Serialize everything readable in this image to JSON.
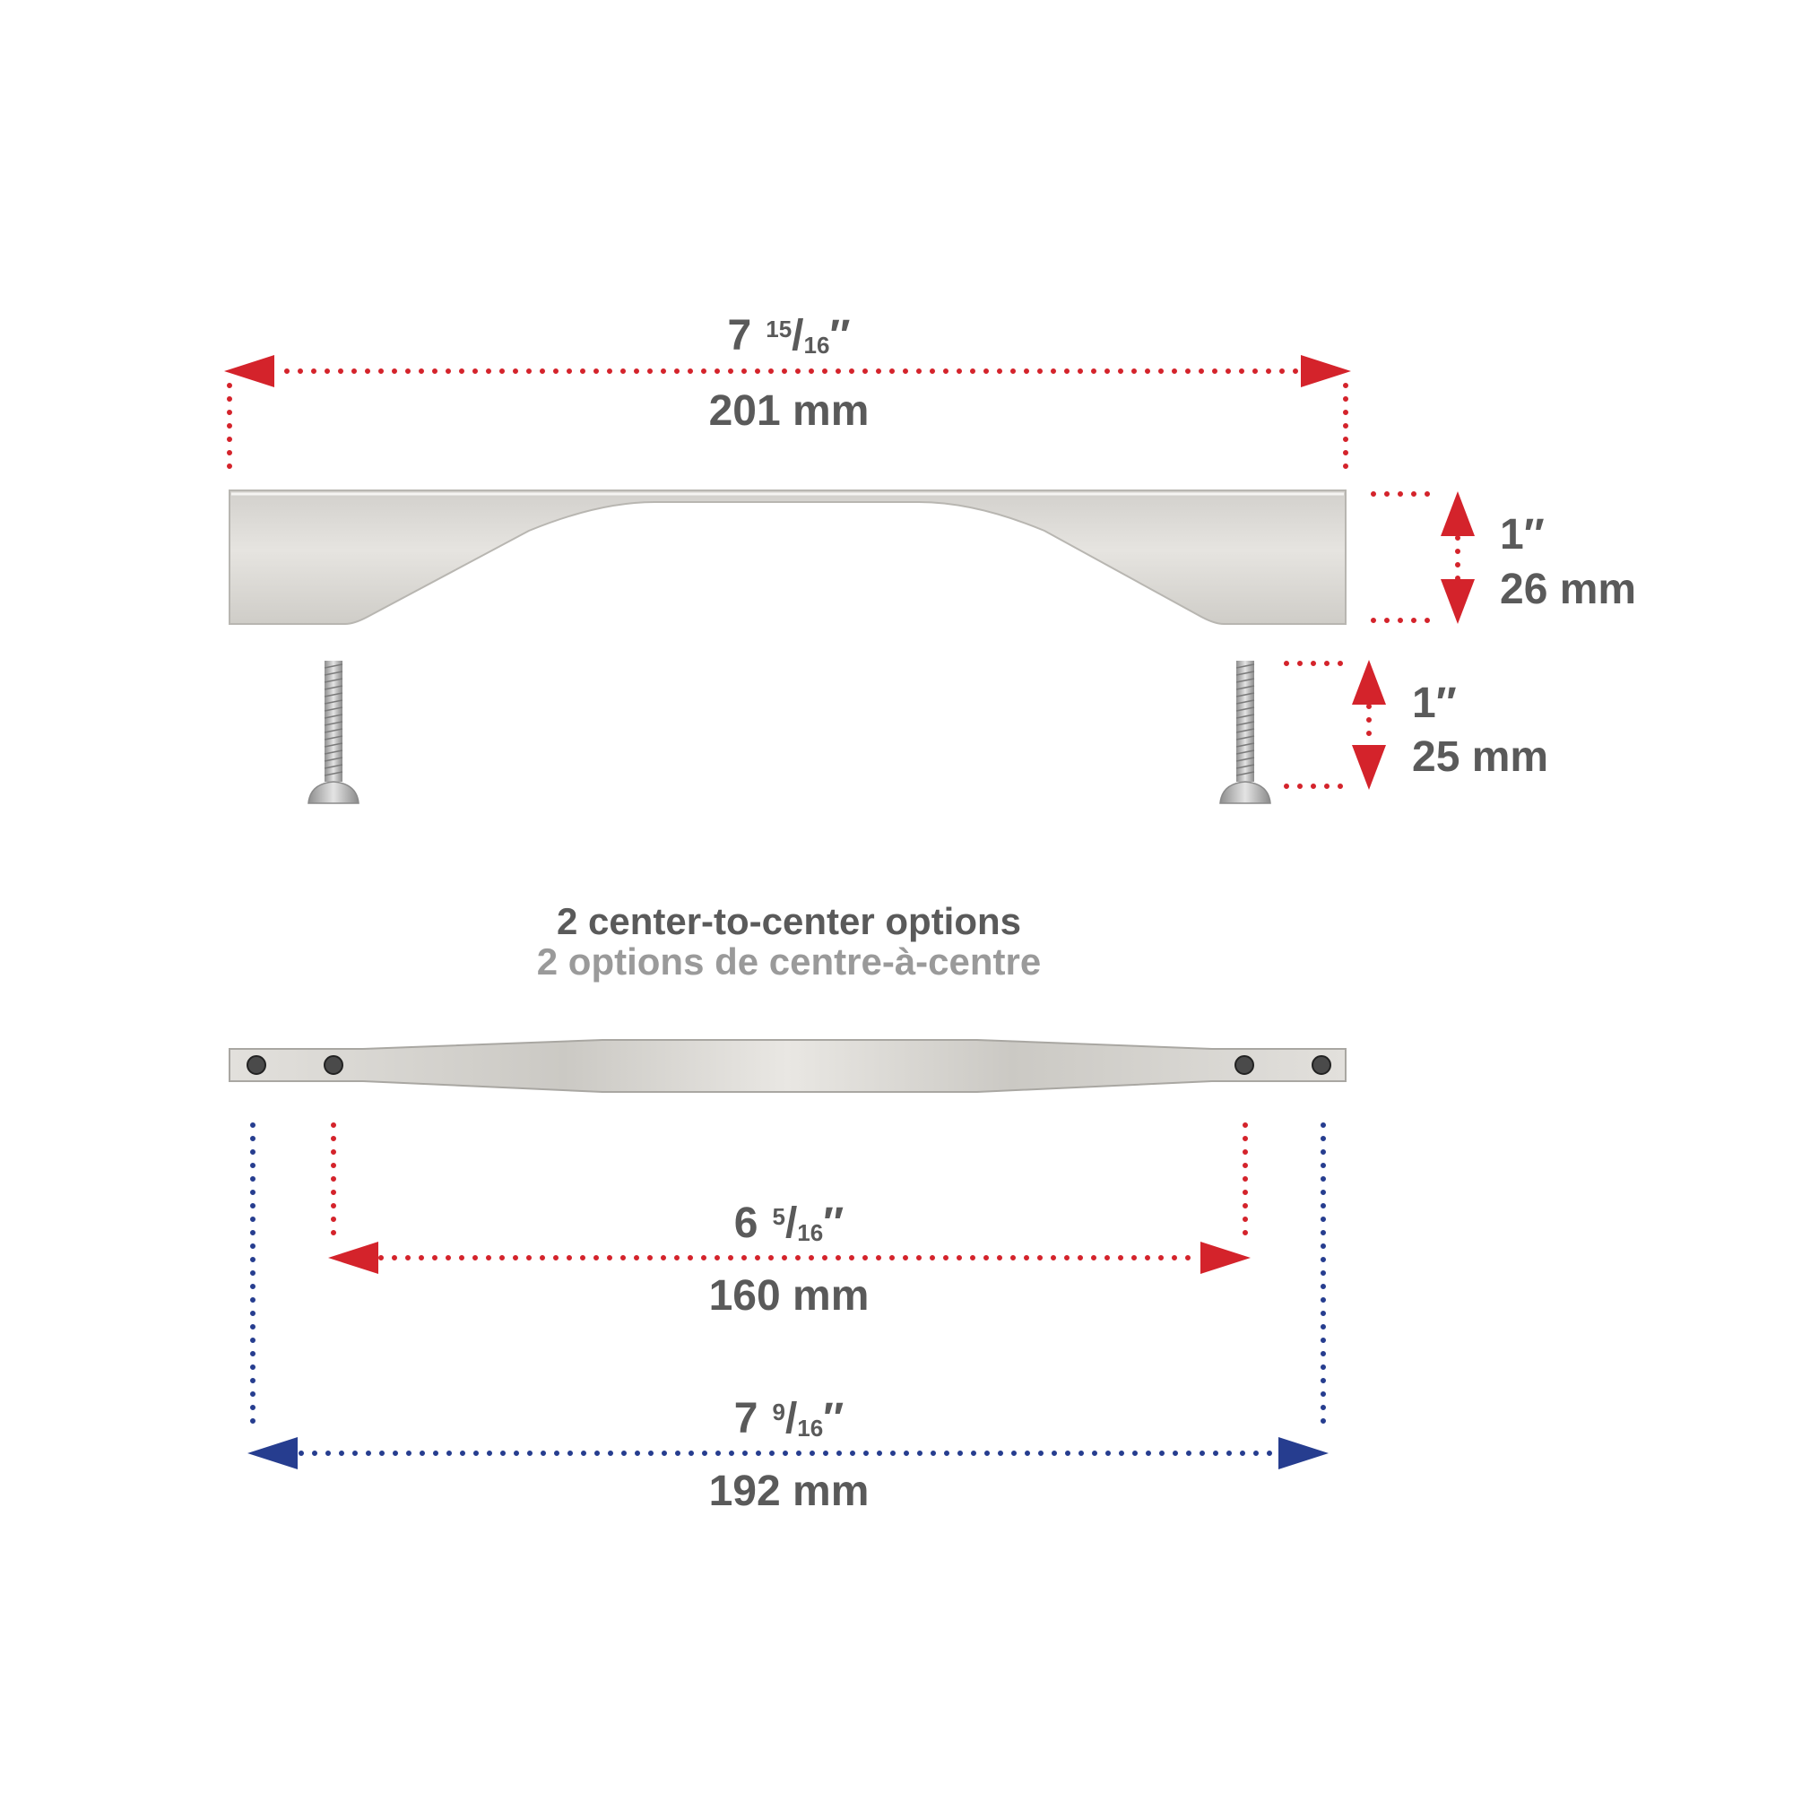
{
  "colors": {
    "primary_dimension": "#d4232b",
    "secondary_dimension": "#263d8f",
    "text": "#5a5a5a",
    "text_secondary": "#9a9a9a",
    "metal": "#dcdad6"
  },
  "overall_length": {
    "imperial_whole": "7",
    "imperial_num": "15",
    "imperial_den": "16",
    "metric": "201 mm"
  },
  "height": {
    "imperial": "1″",
    "metric": "26 mm"
  },
  "screw_length": {
    "imperial": "1″",
    "metric": "25 mm"
  },
  "caption": {
    "en": "2 center-to-center options",
    "fr": "2 options de centre-à-centre"
  },
  "cc_small": {
    "imperial_whole": "6",
    "imperial_num": "5",
    "imperial_den": "16",
    "metric": "160 mm"
  },
  "cc_large": {
    "imperial_whole": "7",
    "imperial_num": "9",
    "imperial_den": "16",
    "metric": "192 mm"
  }
}
